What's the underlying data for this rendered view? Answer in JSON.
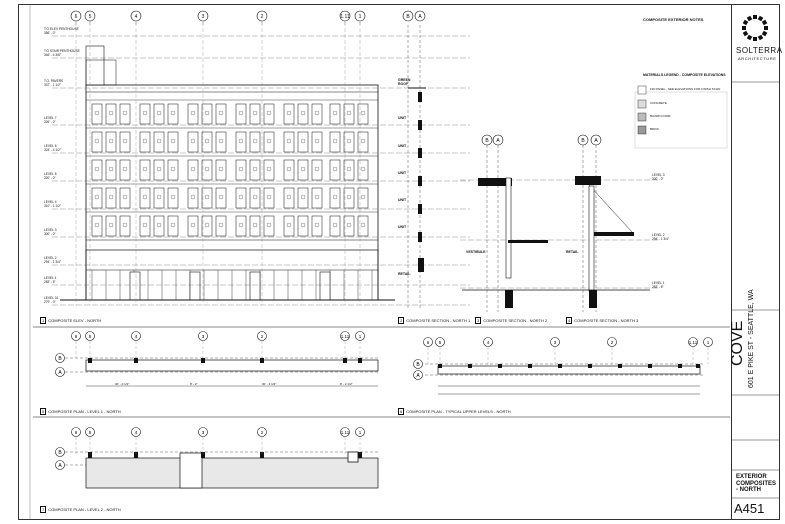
{
  "title_block": {
    "firm_name": "SOLTERRA",
    "firm_sub": "ARCHITECTURE",
    "project_name": "COVE",
    "project_address": "601 E PIKE ST - SEATTLE, WA",
    "sheet_title": "EXTERIOR COMPOSITES - NORTH",
    "sheet_number": "A451"
  },
  "notes": {
    "heading": "COMPOSITE EXTERIOR NOTES",
    "legend_heading": "MATERIALS LEGEND - COMPOSITE ELEVATIONS",
    "legend": [
      {
        "label": "FIN PANEL - SEE ELEVATIONS FOR FINISH SCHD"
      },
      {
        "label": "CONCRETE"
      },
      {
        "label": "BOARD FORM"
      },
      {
        "label": "BRICK"
      }
    ]
  },
  "grid_labels": {
    "elevation": [
      "6",
      "5",
      "4",
      "3",
      "2",
      "1.11",
      "1"
    ],
    "section": [
      "B",
      "A"
    ],
    "plan_rows": [
      "B",
      "A"
    ]
  },
  "levels": [
    {
      "name": "T.O ELEV PENTHOUSE",
      "elev": "356' - 0\""
    },
    {
      "name": "T.O STAIR PENTHOUSE",
      "elev": "346' - 4 3/8\""
    },
    {
      "name": "T.O. PAVERS",
      "elev": "337' - 1 1/2\""
    },
    {
      "name": "LEVEL 7",
      "elev": "326' - 0\""
    },
    {
      "name": "LEVEL 6",
      "elev": "324' - 4 1/2\""
    },
    {
      "name": "LEVEL 5",
      "elev": "320' - 0\""
    },
    {
      "name": "LEVEL 4",
      "elev": "310' - 1 1/2\""
    },
    {
      "name": "LEVEL 3",
      "elev": "300' - 0\""
    },
    {
      "name": "LEVEL 2",
      "elev": "294' - 1 3/4\""
    },
    {
      "name": "LEVEL 1",
      "elev": "283' - 6\""
    },
    {
      "name": "LEVEL 01",
      "elev": "279' - 0\""
    }
  ],
  "section_labels": {
    "green_roof": "GREEN ROOF",
    "unit": "UNIT",
    "retail": "RETAIL",
    "vestibule": "VESTIBULE",
    "retail2": "RETAIL"
  },
  "section_levels": [
    {
      "name": "LEVEL 3",
      "elev": "300' - 0\""
    },
    {
      "name": "LEVEL 2",
      "elev": "294' - 1 3/4\""
    },
    {
      "name": "LEVEL 1",
      "elev": "283' - 6\""
    }
  ],
  "views": [
    {
      "num": "1",
      "title": "COMPOSITE ELEV - NORTH"
    },
    {
      "num": "2",
      "title": "COMPOSITE SECTION - NORTH 1"
    },
    {
      "num": "3",
      "title": "COMPOSITE SECTION - NORTH 2"
    },
    {
      "num": "4",
      "title": "COMPOSITE SECTION - NORTH 3"
    },
    {
      "num": "5",
      "title": "COMPOSITE PLAN - LEVEL 1 - NORTH"
    },
    {
      "num": "6",
      "title": "COMPOSITE PLAN - TYPICAL UPPER LEVELS - NORTH"
    },
    {
      "num": "7",
      "title": "COMPOSITE PLAN - LEVEL 2 - NORTH"
    }
  ],
  "dims": {
    "d1": "30' - 0 1/2\"",
    "d2": "8' - 2\"",
    "d3": "30' - 3 1/4\"",
    "d4": "8' - 2 1/2\""
  },
  "accent_color": "#1a1a1a"
}
